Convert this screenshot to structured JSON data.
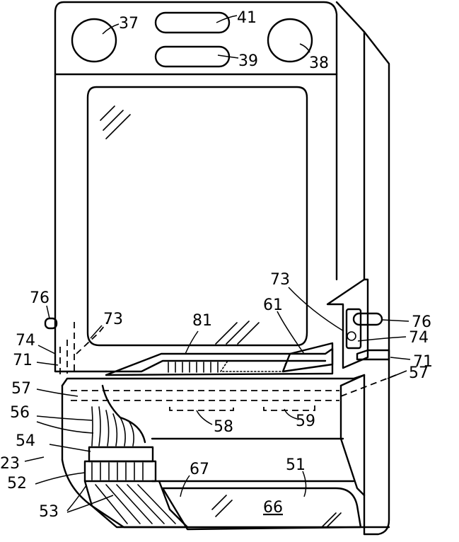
{
  "labels": {
    "l37": "37",
    "l41": "41",
    "l39": "39",
    "l38": "38",
    "l76a": "76",
    "l73a": "73",
    "l74a": "74",
    "l71a": "71",
    "l81": "81",
    "l61": "61",
    "l73b": "73",
    "l76b": "76",
    "l74b": "74",
    "l71b": "71",
    "l57a": "57",
    "l57b": "57",
    "l56": "56",
    "l58": "58",
    "l59": "59",
    "l54": "54",
    "l23": "23",
    "l52": "52",
    "l67": "67",
    "l51": "51",
    "l66": "66",
    "l53": "53"
  }
}
